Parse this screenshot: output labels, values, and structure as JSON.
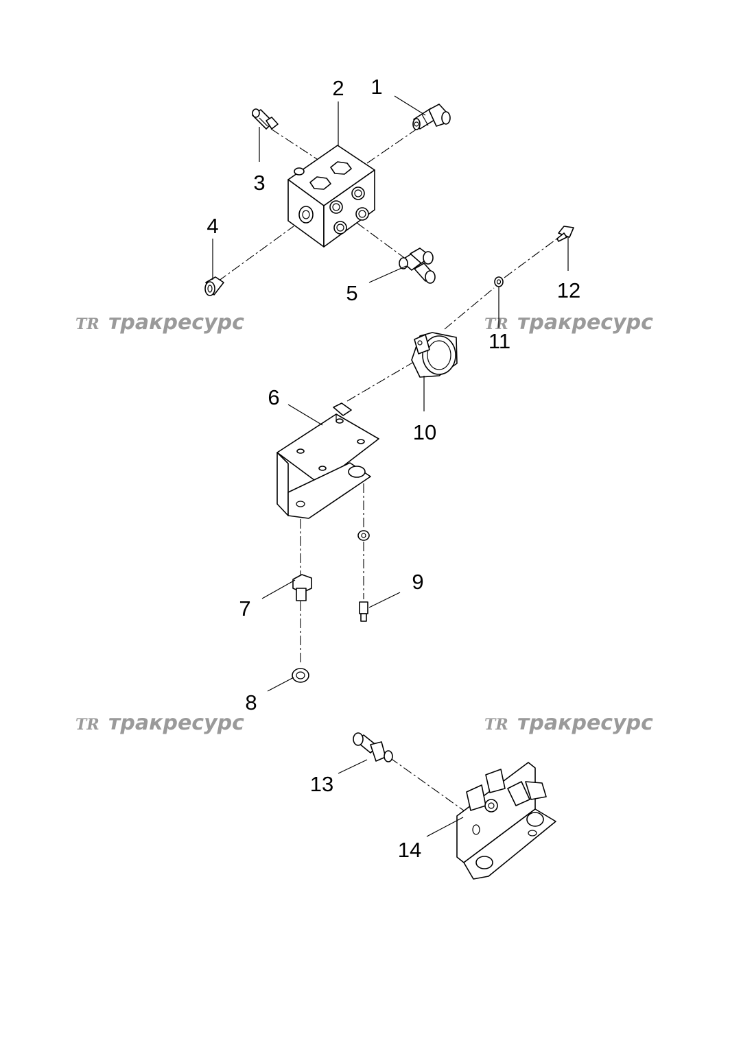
{
  "callouts": [
    "1",
    "2",
    "3",
    "4",
    "5",
    "6",
    "7",
    "8",
    "9",
    "10",
    "11",
    "12",
    "13",
    "14"
  ],
  "watermarks": [
    {
      "logo": "TR",
      "text": "тракресурс"
    },
    {
      "logo": "TR",
      "text": "тракресурс"
    },
    {
      "logo": "TR",
      "text": "тракресурс"
    },
    {
      "logo": "TR",
      "text": "тракресурс"
    }
  ]
}
